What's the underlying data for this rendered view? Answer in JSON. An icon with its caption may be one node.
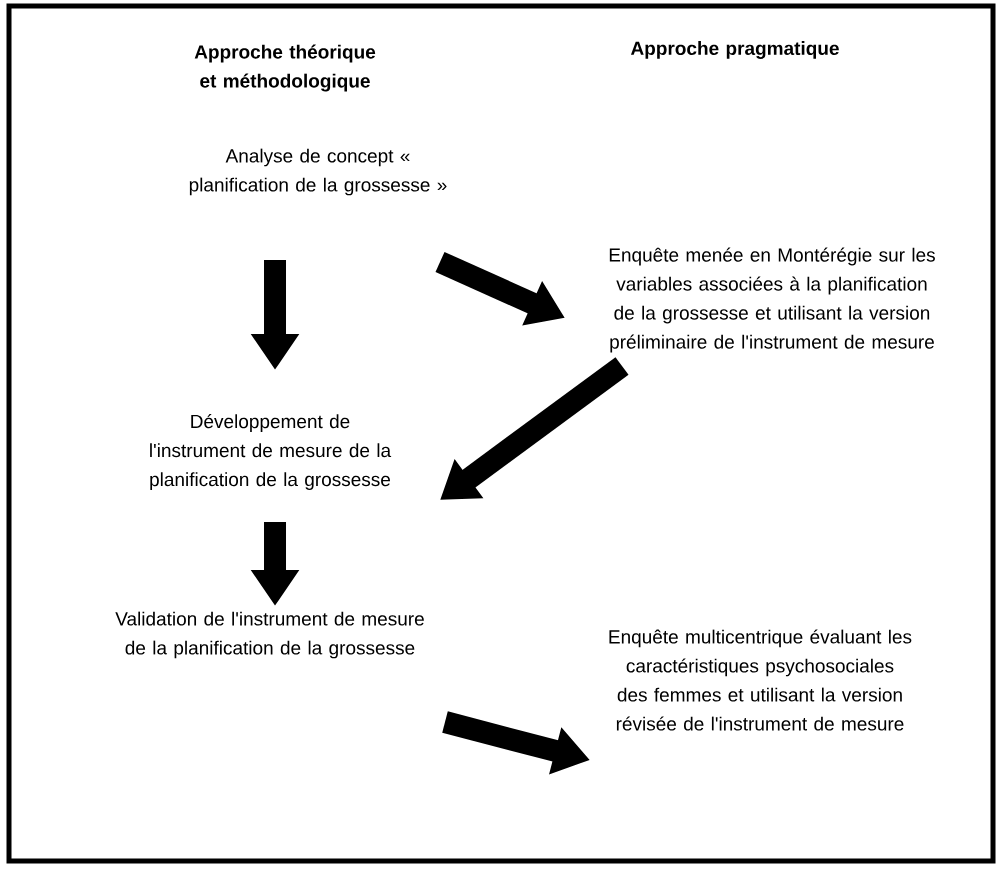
{
  "diagram": {
    "nodes": [
      {
        "text": [
          "Analyse de concept « planification de la grossesse »"
        ]
      },
      {
        "text": [
          "Enquête menée en Montérégie sur les variables associées à la planification de la grossesse et utilisant la version préliminaire de l'instrument de mesure"
        ]
      },
      {
        "text": [
          "Développement de l'instrument de mesure de la planification de la grossesse"
        ]
      },
      {
        "text": [
          "Validation de l'instrument de mesure de la planification de la grossesse"
        ]
      },
      {
        "text": [
          "Enquête multicentrique évaluant les caractéristiques psychosociales des femmes et utilisant la version révisée de l'instrument de mesure"
        ]
      }
    ],
    "edges": [
      {
        "from": 0,
        "to": 1,
        "arrow": "to"
      },
      {
        "from": 0,
        "to": 2,
        "arrow": "to"
      },
      {
        "from": 1,
        "to": 2,
        "arrow": "to"
      },
      {
        "from": 2,
        "to": 3,
        "arrow": "to"
      },
      {
        "from": 3,
        "to": 4,
        "arrow": "to"
      }
    ],
    "labels": [
      "Approche théorique et méthodologique",
      "Approche pragmatique"
    ]
  }
}
